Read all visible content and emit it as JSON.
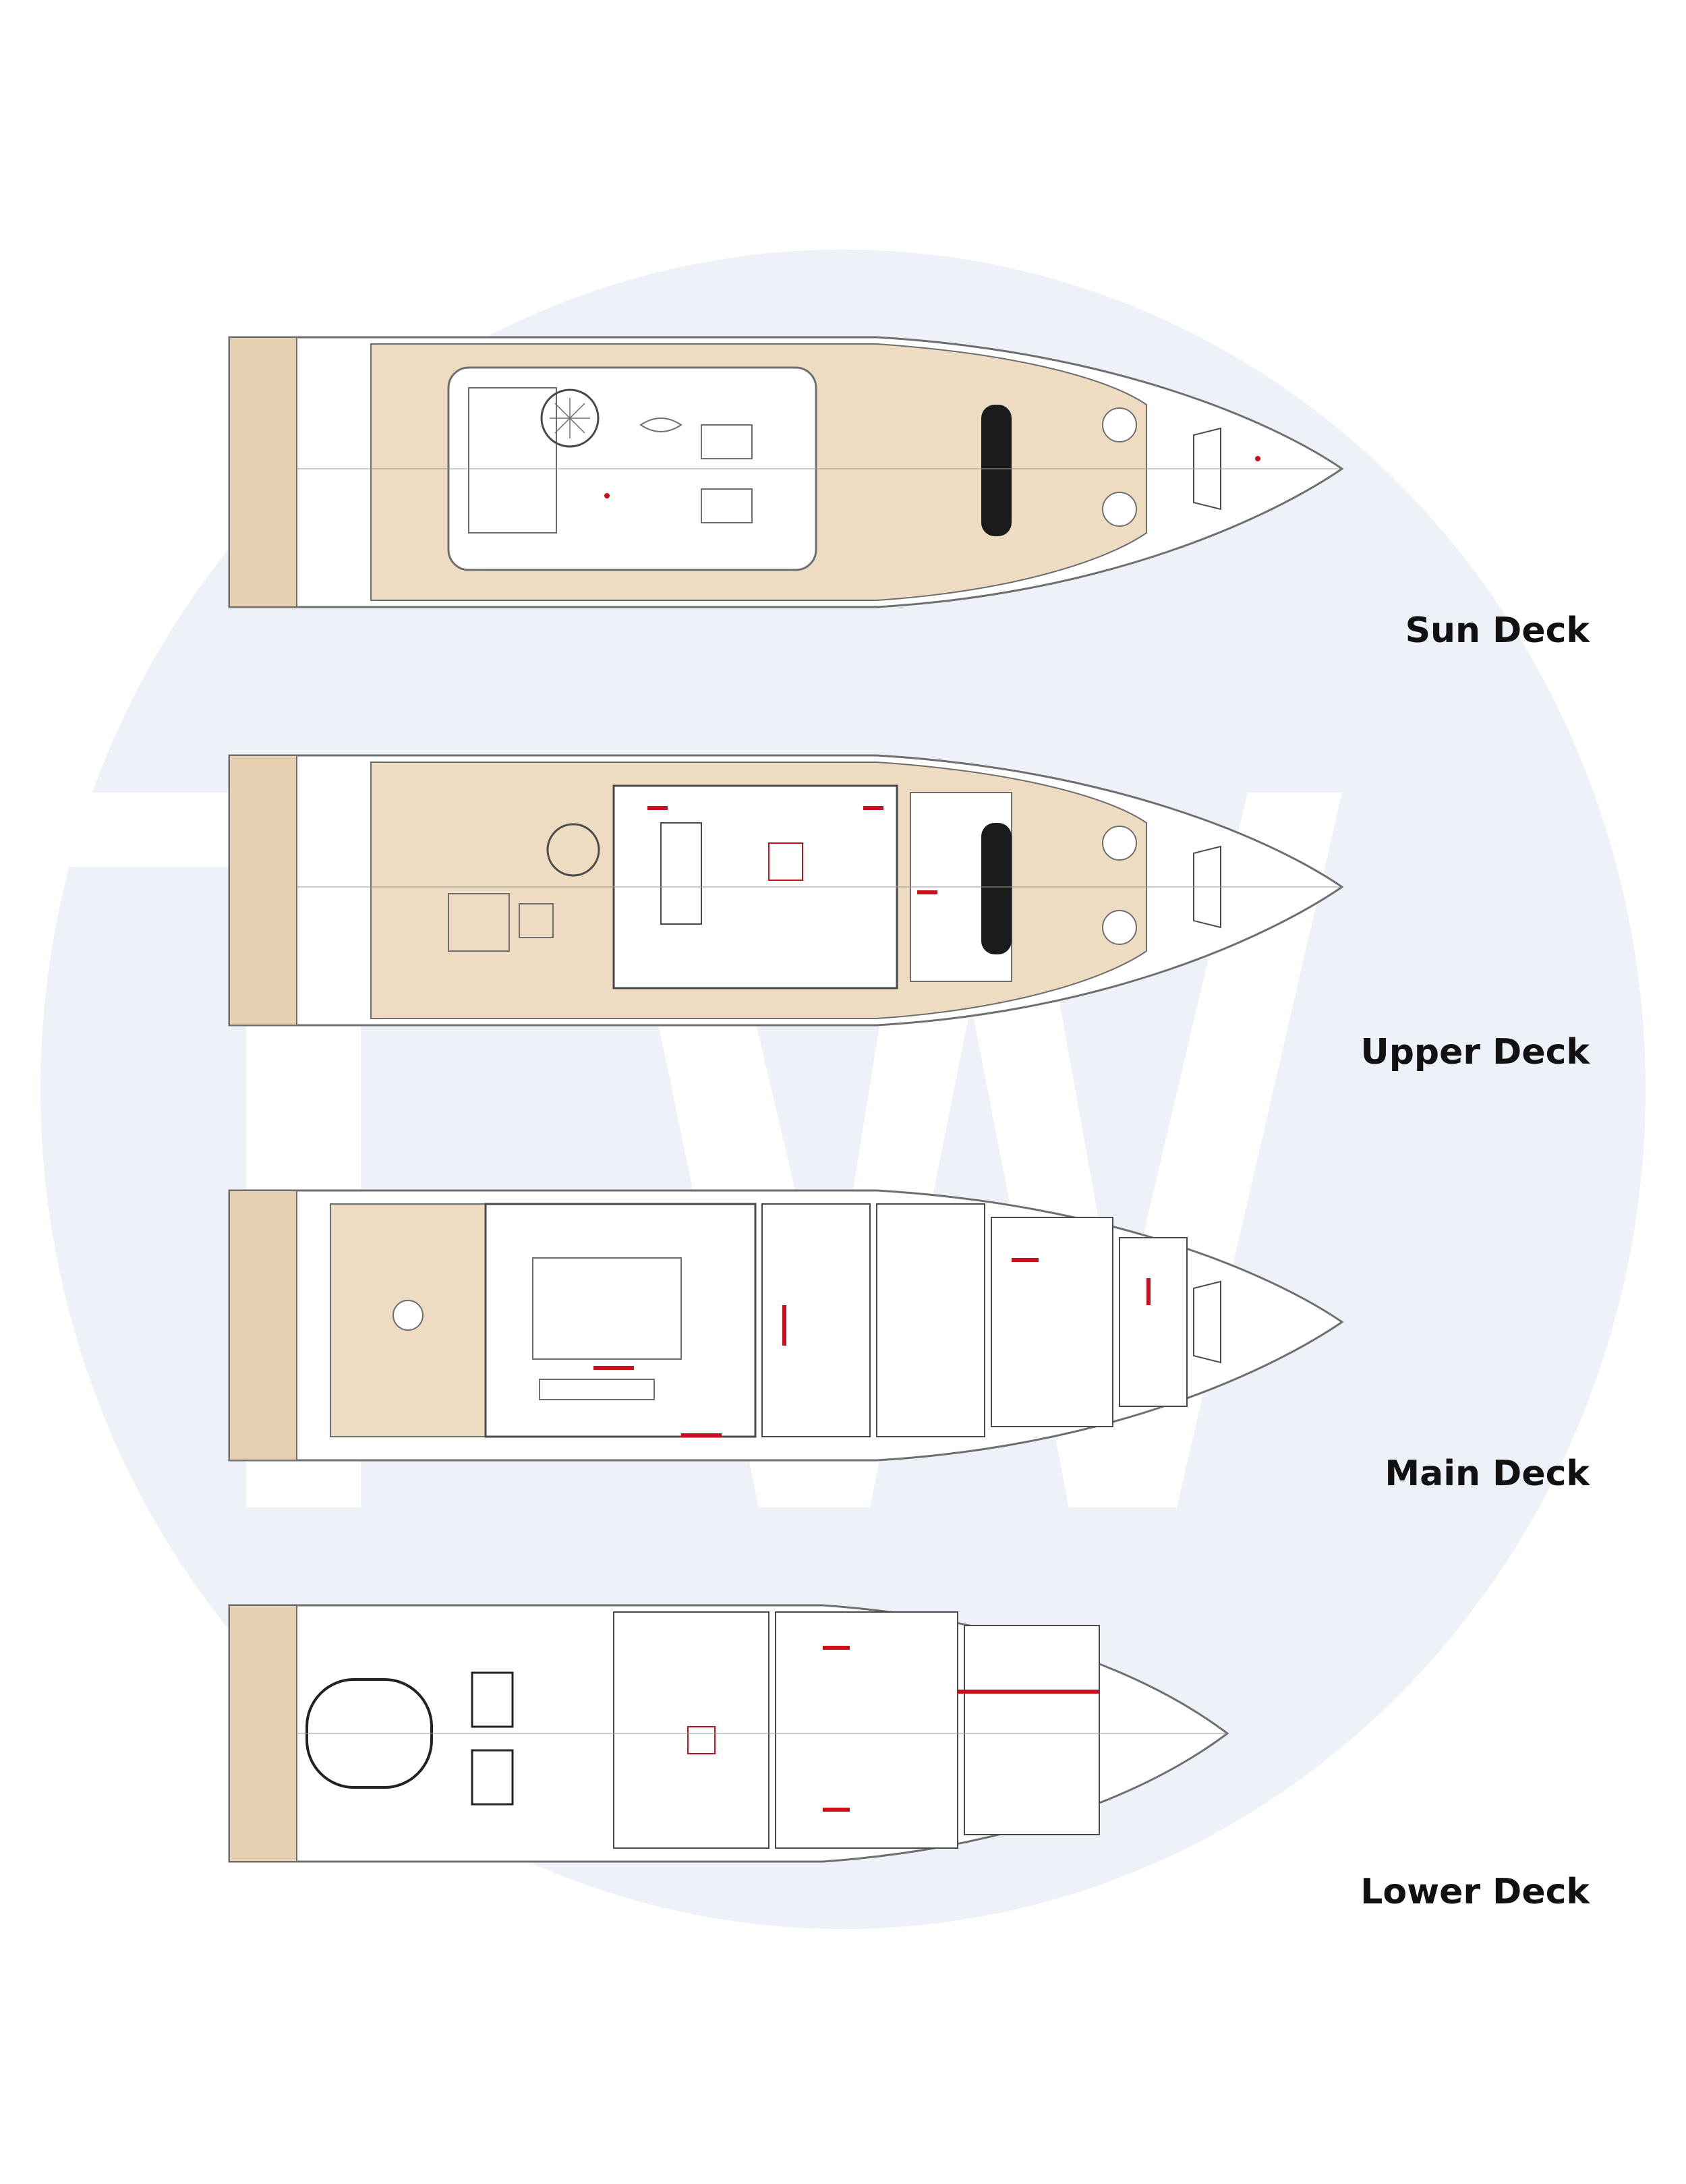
{
  "colors": {
    "background": "#ffffff",
    "watermark_circle": "#eef2f8",
    "watermark_letters": "#ffffff",
    "deck_wood": "#e6cfb0",
    "line": "#6f6f6f",
    "annotation": "#c8101e",
    "label": "#111111"
  },
  "decks": [
    {
      "id": "sun",
      "label": "Sun Deck"
    },
    {
      "id": "upper",
      "label": "Upper Deck"
    },
    {
      "id": "main",
      "label": "Main Deck"
    },
    {
      "id": "lower",
      "label": "Lower Deck"
    }
  ],
  "watermark": {
    "letters": "TW"
  }
}
